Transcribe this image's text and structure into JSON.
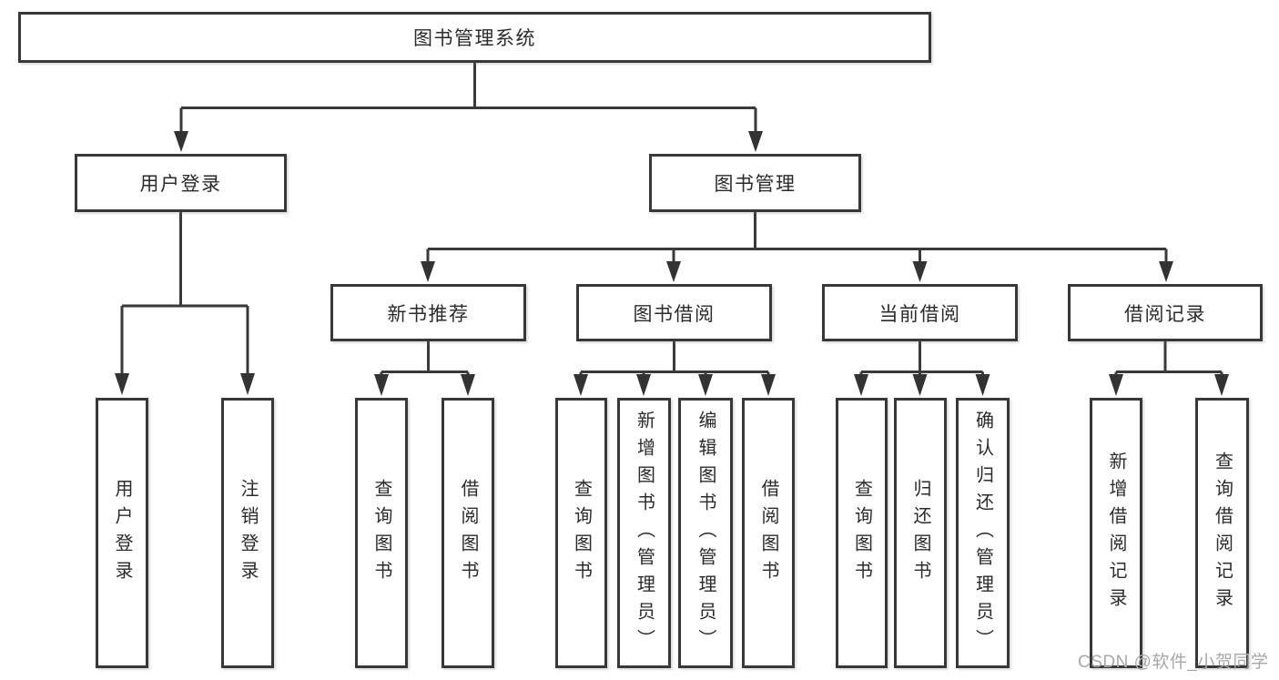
{
  "diagram": {
    "tree": {
      "label": "图书管理系统",
      "children": [
        {
          "label": "用户登录",
          "children": [
            {
              "label": "用户登录"
            },
            {
              "label": "注销登录"
            }
          ]
        },
        {
          "label": "图书管理",
          "children": [
            {
              "label": "新书推荐",
              "children": [
                {
                  "label": "查询图书"
                },
                {
                  "label": "借阅图书"
                }
              ]
            },
            {
              "label": "图书借阅",
              "children": [
                {
                  "label": "查询图书"
                },
                {
                  "label": "新增图书（管理员）"
                },
                {
                  "label": "编辑图书（管理员）"
                },
                {
                  "label": "借阅图书"
                }
              ]
            },
            {
              "label": "当前借阅",
              "children": [
                {
                  "label": "查询图书"
                },
                {
                  "label": "归还图书"
                },
                {
                  "label": "确认归还（管理员）"
                }
              ]
            },
            {
              "label": "借阅记录",
              "children": [
                {
                  "label": "新增借阅记录"
                },
                {
                  "label": "查询借阅记录"
                }
              ]
            }
          ]
        }
      ]
    },
    "colors": {
      "ink": "#333333",
      "text": "#2b2b2b",
      "background": "#ffffff",
      "watermark_text": "#a8a8a8"
    }
  },
  "watermark": {
    "text": "CSDN @软件_小贺同学"
  }
}
